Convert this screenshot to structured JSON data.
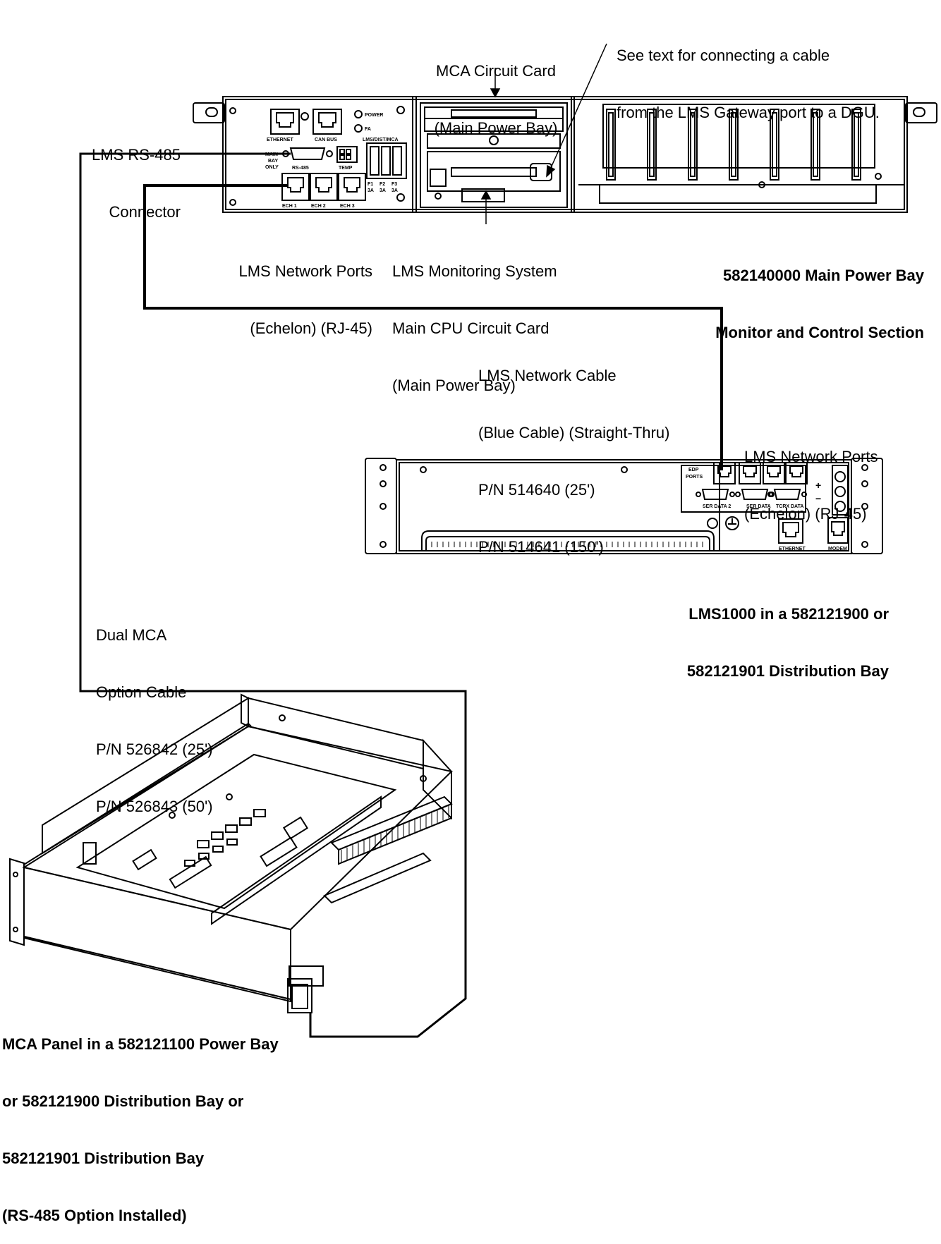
{
  "labels": {
    "mca_circuit_card": [
      "MCA Circuit Card",
      "(Main Power Bay)"
    ],
    "see_text": [
      "See text for connecting a cable",
      "from the LMS Gateway port to a DGU."
    ],
    "rs485_connector": [
      "LMS RS-485",
      "Connector"
    ],
    "network_ports_top": [
      "LMS Network Ports",
      "(Echelon) (RJ-45)"
    ],
    "monitoring_system": [
      "LMS Monitoring System",
      "Main CPU Circuit Card",
      "(Main Power Bay)"
    ],
    "main_power_bay": [
      "582140000 Main Power Bay",
      "Monitor and Control Section"
    ],
    "network_cable": [
      "LMS Network Cable",
      "(Blue Cable) (Straight-Thru)",
      "P/N 514640 (25')",
      "P/N 514641 (150')"
    ],
    "network_ports_right": [
      "LMS Network Ports",
      "(Echelon) (RJ-45)"
    ],
    "lms1000": [
      "LMS1000 in a 582121900 or",
      "582121901 Distribution Bay"
    ],
    "dual_mca_cable": [
      "Dual MCA",
      "Option Cable",
      "P/N 526842 (25')",
      "P/N 526843 (50')"
    ],
    "mca_panel": [
      "MCA Panel in a 582121100 Power Bay",
      "or 582121900 Distribution Bay or",
      "582121901 Distribution Bay",
      "(RS-485 Option Installed)"
    ]
  },
  "panel_text": {
    "ethernet": "ETHERNET",
    "can_bus": "CAN BUS",
    "power": "POWER",
    "fa": "FA",
    "lms_dist_mca": "LMS/DIST/MCA",
    "main_bay_only": [
      "MAIN",
      "BAY",
      "ONLY"
    ],
    "rs485": "RS-485",
    "temp": "TEMP",
    "fuses": [
      "F1",
      "F2",
      "F3"
    ],
    "fuse_rating": "3A",
    "ech_ports": [
      "ECH 1",
      "ECH 2",
      "ECH 3"
    ],
    "edp_ports": [
      "EDP",
      "PORTS"
    ],
    "serial_labels": [
      "SER DATA 2",
      "SER DATA",
      "TCRX DATA"
    ],
    "plus": "+",
    "minus": "−",
    "lms_ethernet": "ETHERNET",
    "modem": "MODEM"
  }
}
